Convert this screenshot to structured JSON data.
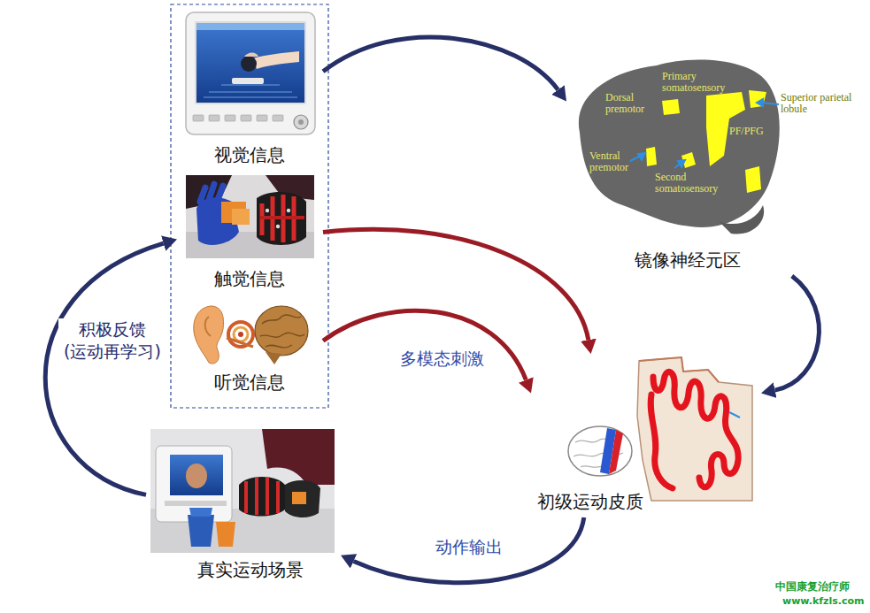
{
  "diagram": {
    "nodes": [
      {
        "text": [
          "视觉信息"
        ]
      },
      {
        "text": [
          "触觉信息"
        ]
      },
      {
        "text": [
          "听觉信息"
        ]
      },
      {
        "text": [
          "镜像神经元区"
        ]
      },
      {
        "text": [
          "初级运动皮质"
        ]
      },
      {
        "text": [
          "真实运动场景"
        ]
      }
    ],
    "edges": [
      {
        "from": 0,
        "to": 3,
        "arrow": "to"
      },
      {
        "from": 1,
        "to": 4,
        "arrow": "to"
      },
      {
        "from": 2,
        "to": 4,
        "label": "多模态刺激",
        "arrow": "to"
      },
      {
        "from": 3,
        "to": 4,
        "arrow": "to"
      },
      {
        "from": 4,
        "to": 5,
        "label": "动作输出",
        "arrow": "to"
      },
      {
        "from": 5,
        "to": 1,
        "label": "积极反馈 (运动再学习)",
        "arrow": "to"
      }
    ],
    "labels": [
      "Dorsal premotor",
      "Primary somatosensory",
      "Superior parietal lobule",
      "PF/PFG",
      "Ventral premotor",
      "Second somatosensory",
      "中国康复治疗师",
      "www.kfzls.com"
    ]
  }
}
